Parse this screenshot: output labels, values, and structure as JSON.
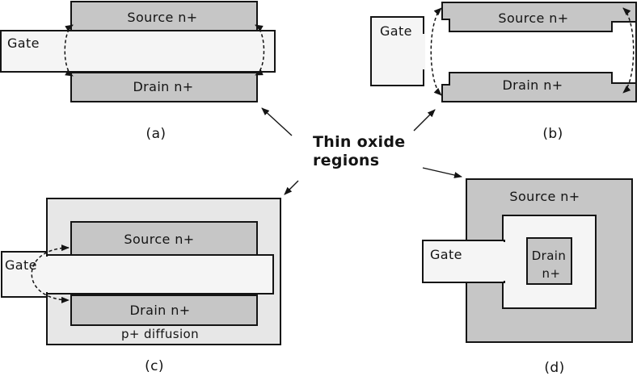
{
  "figure": {
    "annotation": {
      "line1": "Thin oxide",
      "line2": "regions"
    },
    "colors": {
      "diffusion_gray": "#c6c6c6",
      "p_plus_gray": "#e7e7e7",
      "gate_fill": "#f5f5f5",
      "line_black": "#141414"
    },
    "diagrams": {
      "a": {
        "source_label": "Source n+",
        "drain_label": "Drain n+",
        "gate_label": "Gate",
        "caption": "(a)"
      },
      "b": {
        "source_label": "Source n+",
        "drain_label": "Drain n+",
        "gate_label": "Gate",
        "caption": "(b)"
      },
      "c": {
        "source_label": "Source n+",
        "drain_label": "Drain n+",
        "gate_label": "Gate",
        "p_diffusion_label": "p+ diffusion",
        "caption": "(c)"
      },
      "d": {
        "source_label": "Source n+",
        "drain_label_line1": "Drain",
        "drain_label_line2": "n+",
        "gate_label": "Gate",
        "caption": "(d)"
      }
    }
  }
}
